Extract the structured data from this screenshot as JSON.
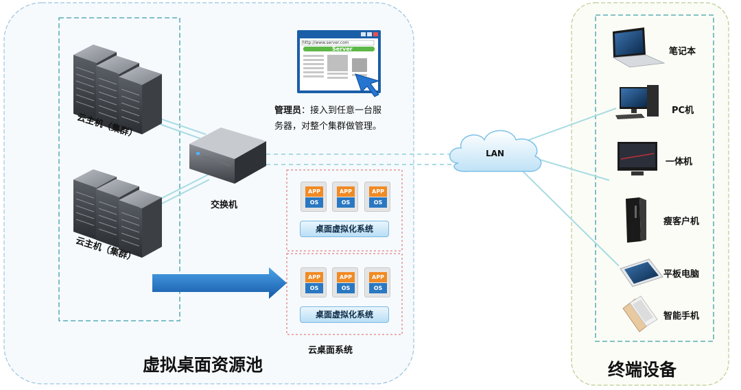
{
  "pool": {
    "title": "虚拟桌面资源池",
    "server_group_1": "云主机（集群）",
    "server_group_2": "云主机（集群）",
    "switch_label": "交换机",
    "cloud_desktop_label": "云桌面系统",
    "desktop_system_1": "桌面虚拟化系统",
    "desktop_system_2": "桌面虚拟化系统",
    "app_label": "APP",
    "os_label": "OS"
  },
  "admin": {
    "browser_url": "http://www.server.com",
    "browser_server": "Server",
    "name": "管理员",
    "line1": "：接入到任意一台服",
    "line2": "务器，对整个集群做管理。"
  },
  "network": {
    "cloud_label": "LAN"
  },
  "terminals": {
    "title": "终端设备",
    "items": [
      {
        "label": "笔记本",
        "icon": "laptop-icon"
      },
      {
        "label": "PC机",
        "icon": "desktop-pc-icon"
      },
      {
        "label": "一体机",
        "icon": "all-in-one-icon"
      },
      {
        "label": "瘦客户机",
        "icon": "thin-client-icon"
      },
      {
        "label": "平板电脑",
        "icon": "tablet-icon"
      },
      {
        "label": "智能手机",
        "icon": "smartphone-icon"
      }
    ]
  },
  "colors": {
    "pool_border": "#9bc3de",
    "terminal_border": "#b9cc8e",
    "dashed_teal": "#3a9eaa",
    "dashed_red": "#e06060",
    "arrow_blue": "#1f6fc0",
    "link_line": "#a8dbe3"
  }
}
